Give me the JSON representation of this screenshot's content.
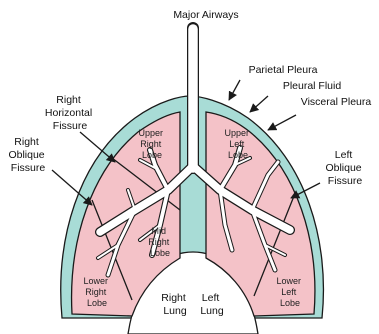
{
  "labels": {
    "major_airways": "Major Airways",
    "parietal_pleura": "Parietal Pleura",
    "pleural_fluid": "Pleural Fluid",
    "visceral_pleura": "Visceral Pleura",
    "right_horizontal_fissure": [
      "Right",
      "Horizontal",
      "Fissure"
    ],
    "right_oblique_fissure": [
      "Right",
      "Oblique",
      "Fissure"
    ],
    "left_oblique_fissure": [
      "Left",
      "Oblique",
      "Fissure"
    ],
    "upper_right_lobe": [
      "Upper",
      "Right",
      "Lobe"
    ],
    "upper_left_lobe": [
      "Upper",
      "Left",
      "Lobe"
    ],
    "mid_right_lobe": [
      "Mid",
      "Right",
      "Lobe"
    ],
    "lower_right_lobe": [
      "Lower",
      "Right",
      "Lobe"
    ],
    "lower_left_lobe": [
      "Lower",
      "Left",
      "Lobe"
    ],
    "right_lung": [
      "Right",
      "Lung"
    ],
    "left_lung": [
      "Left",
      "Lung"
    ]
  },
  "colors": {
    "pleura_fluid": "#a8dcd6",
    "lung_tissue": "#f4c2c8",
    "outline": "#1a1a1a",
    "airway": "#ffffff"
  }
}
